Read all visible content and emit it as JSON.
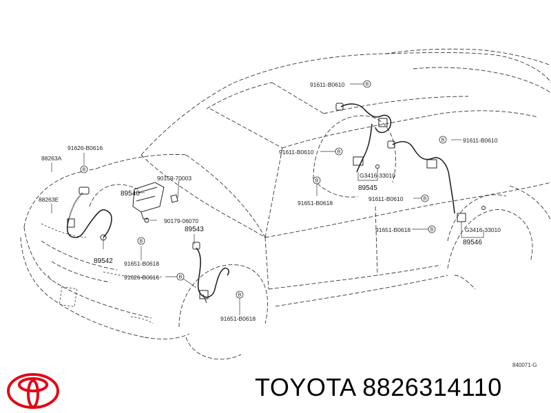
{
  "diagram": {
    "labels": {
      "l88263A": "88263A",
      "l88263E": "88263E",
      "l91626a": "91626-B0616",
      "l89540": "89540",
      "l90159": "90159-70003",
      "l90179": "90179-06070",
      "l89543": "89543",
      "l89542": "89542",
      "l91651a": "91651-B0618",
      "l91626b": "91626-B0616",
      "l91651b": "91651-B0618",
      "l91611a": "91611-B0610",
      "l91611b": "91611-B0610",
      "lG3416a": "G3416-33010",
      "l89545": "89545",
      "l91651c": "91651-B0618",
      "l91611c": "91611-B0610",
      "l91611d": "91611-B0610",
      "l91651d": "91651-B0618",
      "lG3416b": "G3416-33010",
      "l89546": "89546"
    },
    "badge_letter": "B",
    "drawing_code": "840071-G"
  },
  "footer": {
    "brand": "TOYOTA",
    "part_number": "8826314110",
    "logo_icon": "toyota-logo-icon",
    "logo_color": "#e10a17"
  }
}
